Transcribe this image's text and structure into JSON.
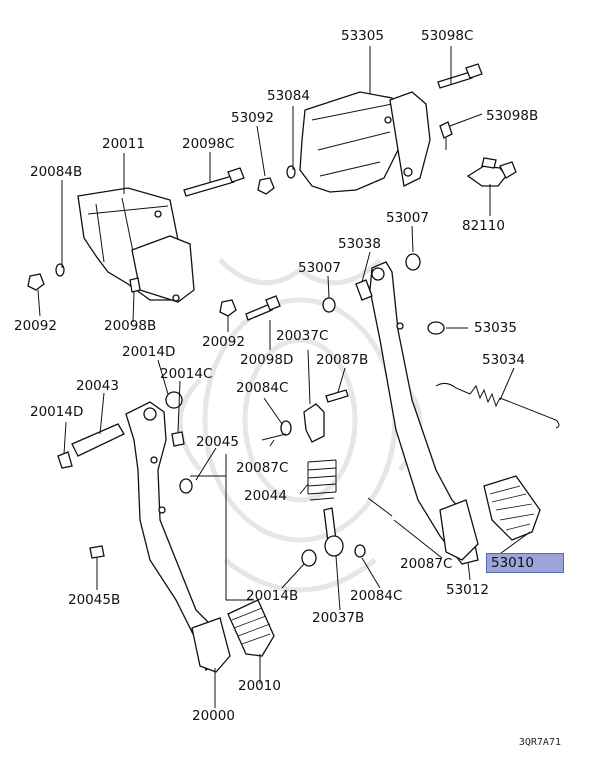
{
  "labels": {
    "p53305": "53305",
    "p53098C": "53098C",
    "p53084": "53084",
    "p53092": "53092",
    "p53098B": "53098B",
    "p20011": "20011",
    "p20098C": "20098C",
    "p20084B": "20084B",
    "p82110": "82110",
    "p53007a": "53007",
    "p53038": "53038",
    "p53007b": "53007",
    "p20092a": "20092",
    "p20098B": "20098B",
    "p20092b": "20092",
    "p20098D": "20098D",
    "p20037C": "20037C",
    "p53035": "53035",
    "p20014D_top": "20014D",
    "p20087B": "20087B",
    "p53034": "53034",
    "p20043": "20043",
    "p20014C": "20014C",
    "p20084C_top": "20084C",
    "p20014D_left": "20014D",
    "p20045": "20045",
    "p20087C_mid": "20087C",
    "p20044": "20044",
    "p20045B": "20045B",
    "p20014B": "20014B",
    "p20084C_bot": "20084C",
    "p20087C_right": "20087C",
    "p53012": "53012",
    "p53010": "53010",
    "p20037B": "20037B",
    "p20010": "20010",
    "p20000": "20000"
  },
  "diagram_code": "3QR7A71",
  "highlighted_part": "53010",
  "colors": {
    "highlight": "#9aa6d8",
    "ink": "#111111",
    "watermark": "#e9e9e9"
  }
}
